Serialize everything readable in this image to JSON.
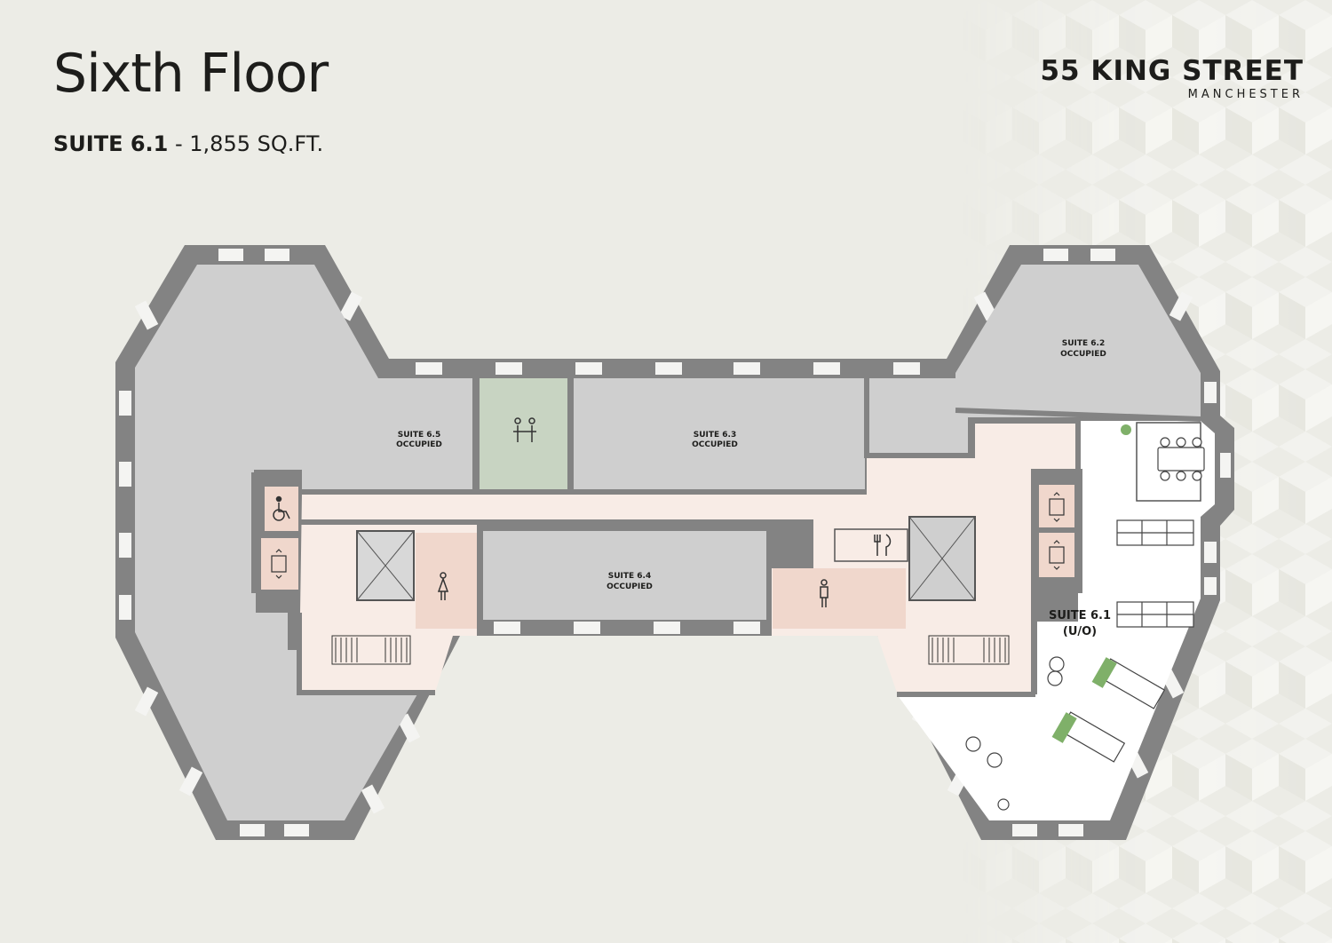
{
  "header": {
    "title": "Sixth Floor",
    "suite_name": "SUITE 6.1",
    "suite_area": "- 1,855 SQ.FT."
  },
  "brand": {
    "name": "55 KING STREET",
    "city": "MANCHESTER"
  },
  "rooms": {
    "suite_6_2": {
      "name": "SUITE 6.2",
      "status": "OCCUPIED"
    },
    "suite_6_3": {
      "name": "SUITE 6.3",
      "status": "OCCUPIED"
    },
    "suite_6_4": {
      "name": "SUITE 6.4",
      "status": "OCCUPIED"
    },
    "suite_6_5": {
      "name": "SUITE 6.5",
      "status": "OCCUPIED"
    },
    "suite_6_1": {
      "name": "SUITE 6.1",
      "status": "(U/O)"
    }
  },
  "icons": {
    "accessible_wc": "accessible-wc-icon",
    "lift": "lift-icon",
    "female_wc": "female-wc-icon",
    "male_wc": "male-wc-icon",
    "meeting": "meeting-icon",
    "kitchen": "kitchen-icon"
  },
  "colors": {
    "background": "#ecece6",
    "wall": "#838383",
    "window": "#f4f4f2",
    "occupied": "#cfcfcf",
    "core": "#f8e9e2",
    "wc": "#f0d7cc",
    "meeting": "#c8d4c2",
    "available": "#ffffff",
    "plant": "#7fb069"
  }
}
